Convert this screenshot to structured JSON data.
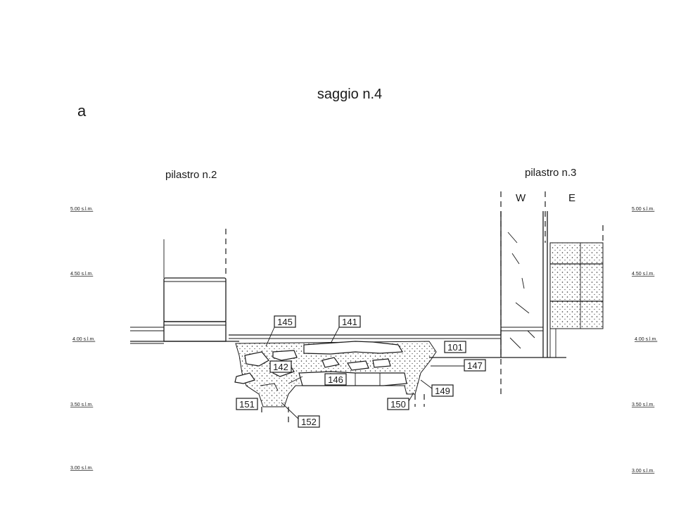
{
  "figure": {
    "title": "saggio n.4",
    "panel_label": "a",
    "left_pillar": "pilastro n.2",
    "right_pillar": "pilastro n.3",
    "orientation": {
      "west": "W",
      "east": "E"
    },
    "levels_left": [
      "5.00 s.l.m.",
      "4.50 s.l.m.",
      "4.00 s.l.m.",
      "3.50 s.l.m.",
      "3.00 s.l.m."
    ],
    "levels_right": [
      "5.00 s.l.m.",
      "4.50 s.l.m.",
      "4.00 s.l.m.",
      "3.50 s.l.m.",
      "3.00 s.l.m."
    ],
    "units": {
      "us145": "145",
      "us141": "141",
      "us101": "101",
      "us142": "142",
      "us147": "147",
      "us146": "146",
      "us149": "149",
      "us150": "150",
      "us151": "151",
      "us152": "152"
    }
  }
}
